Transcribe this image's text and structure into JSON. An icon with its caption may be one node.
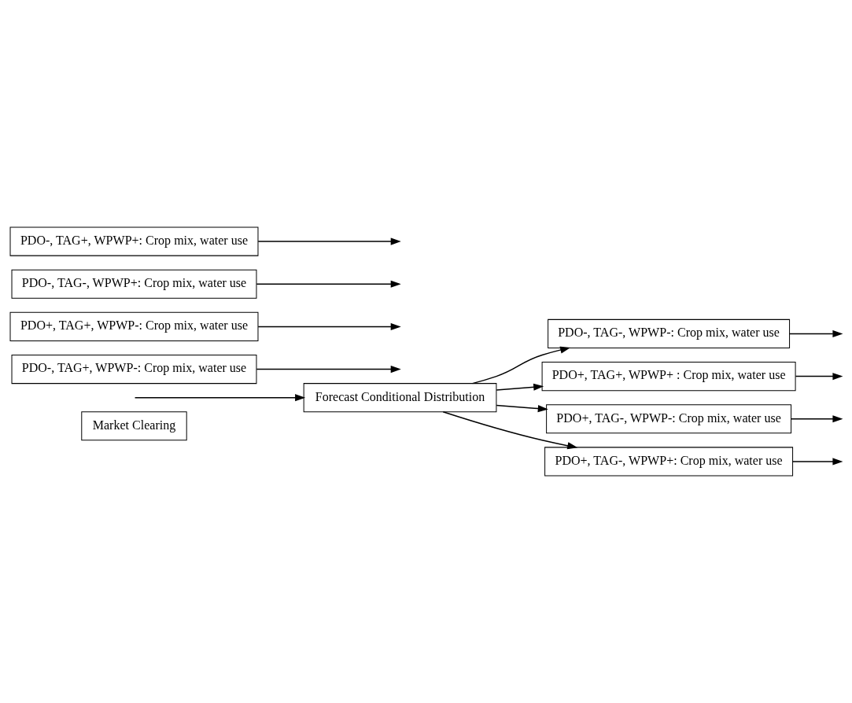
{
  "diagram": {
    "nodes": [
      {
        "text": [
          "Market Clearing"
        ]
      },
      {
        "text": [
          "Forecast Conditional Distribution"
        ]
      },
      {
        "text": [
          "PDO-, TAG-, WPWP-: Crop mix, water use"
        ]
      },
      {
        "text": [
          "PDO-, TAG+, WPWP-: Crop mix, water use"
        ]
      },
      {
        "text": [
          "PDO+, TAG+, WPWP-: Crop mix, water use"
        ]
      },
      {
        "text": [
          "PDO+, TAG+, WPWP+ : Crop mix, water use"
        ]
      },
      {
        "text": [
          "PDO+, TAG-, WPWP-: Crop mix, water use"
        ]
      },
      {
        "text": [
          "PDO-, TAG-, WPWP+: Crop mix, water use"
        ]
      },
      {
        "text": [
          "PDO-, TAG+, WPWP+: Crop mix, water use"
        ]
      },
      {
        "text": [
          "PDO+, TAG-, WPWP+: Crop mix, water use"
        ]
      }
    ],
    "edges": [
      {
        "from": null,
        "to": 1,
        "arrow": "to"
      },
      {
        "from": 1,
        "to": 2,
        "arrow": "to"
      },
      {
        "from": 1,
        "to": 5,
        "arrow": "to"
      },
      {
        "from": 1,
        "to": 6,
        "arrow": "to"
      },
      {
        "from": 1,
        "to": 9,
        "arrow": "to"
      },
      {
        "from": 2,
        "to": null,
        "arrow": "to"
      },
      {
        "from": 3,
        "to": null,
        "arrow": "to"
      },
      {
        "from": 4,
        "to": null,
        "arrow": "to"
      },
      {
        "from": 5,
        "to": null,
        "arrow": "to"
      },
      {
        "from": 6,
        "to": null,
        "arrow": "to"
      },
      {
        "from": 7,
        "to": null,
        "arrow": "to"
      },
      {
        "from": 8,
        "to": null,
        "arrow": "to"
      },
      {
        "from": 9,
        "to": null,
        "arrow": "to"
      }
    ]
  }
}
